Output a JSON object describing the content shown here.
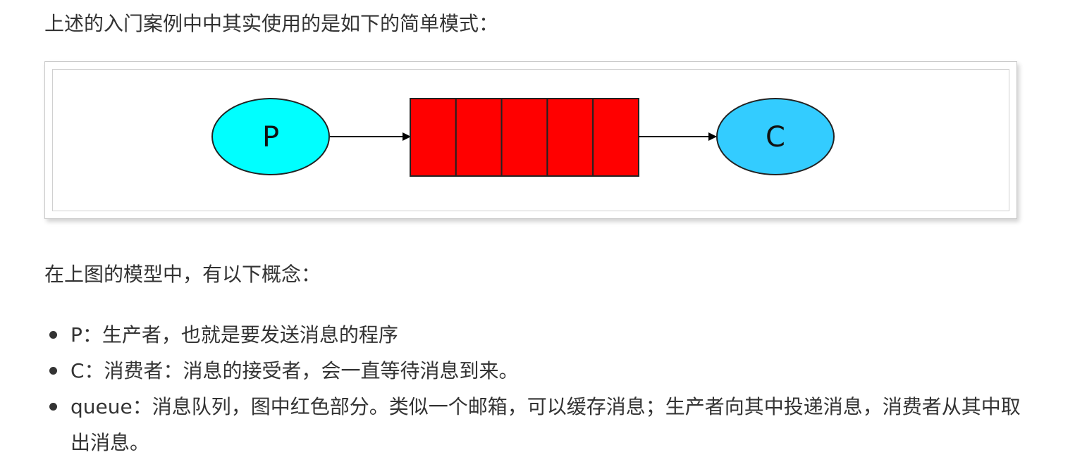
{
  "intro": "上述的入门案例中中其实使用的是如下的简单模式：",
  "diagram": {
    "producer_label": "P",
    "consumer_label": "C",
    "queue_slots": 5,
    "producer_color": "#00FFFF",
    "consumer_color": "#33CCFF",
    "queue_color": "#FF0000",
    "stroke_color": "#222222"
  },
  "concepts_title": "在上图的模型中，有以下概念：",
  "bullets": [
    "P：生产者，也就是要发送消息的程序",
    "C：消费者：消息的接受者，会一直等待消息到来。",
    "queue：消息队列，图中红色部分。类似一个邮箱，可以缓存消息；生产者向其中投递消息，消费者从其中取出消息。"
  ]
}
